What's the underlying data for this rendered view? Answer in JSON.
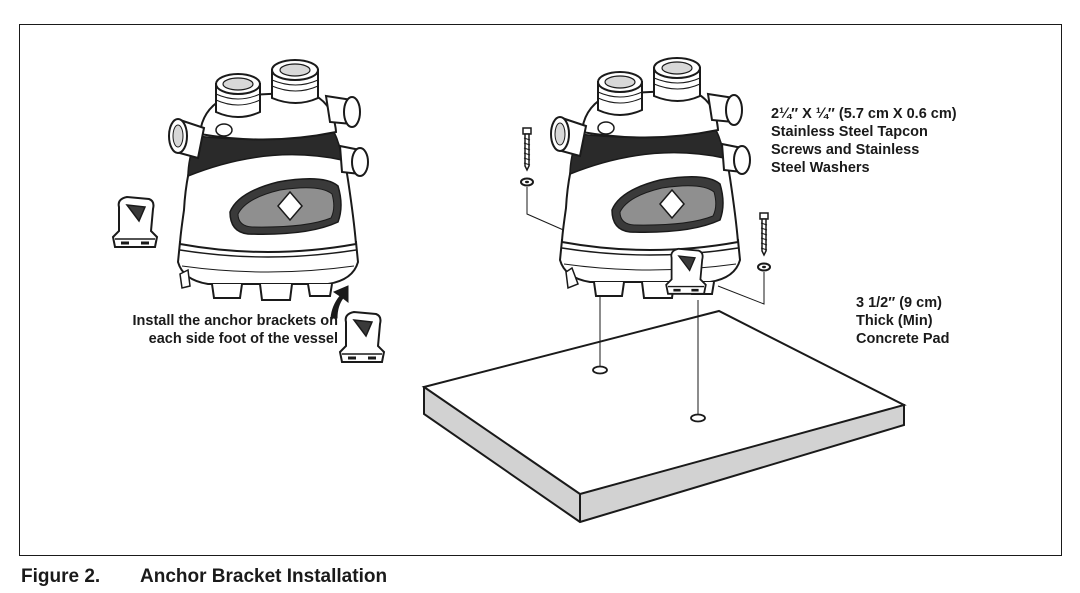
{
  "callouts": {
    "anchor_brackets": [
      "Install the anchor brackets on",
      "each side foot of the vessel"
    ],
    "screws": [
      "2¼″ X ¼″ (5.7 cm X 0.6 cm)",
      "Stainless Steel Tapcon",
      "Screws and Stainless",
      "Steel Washers"
    ],
    "pad": [
      "3 1/2″ (9 cm)",
      "Thick (Min)",
      "Concrete Pad"
    ]
  },
  "caption": {
    "number": "Figure 2.",
    "title": "Anchor Bracket Installation"
  }
}
